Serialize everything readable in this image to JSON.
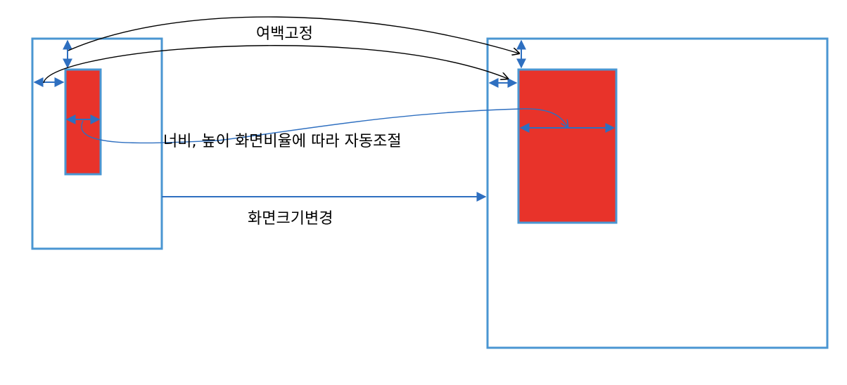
{
  "labels": {
    "margin_fixed": "여백고정",
    "auto_adjust": "너비, 높이 화면비율에 따라 자동조절",
    "screen_resize": "화면크기변경"
  },
  "colors": {
    "frame": "#4a96d2",
    "content_fill": "#e8332a",
    "content_border": "#4a96d2",
    "measure_arrow": "#2e6fc0",
    "margin_curve": "#000000",
    "resize_arrow": "#2e6fc0",
    "width_curve": "#2e6fc0"
  }
}
